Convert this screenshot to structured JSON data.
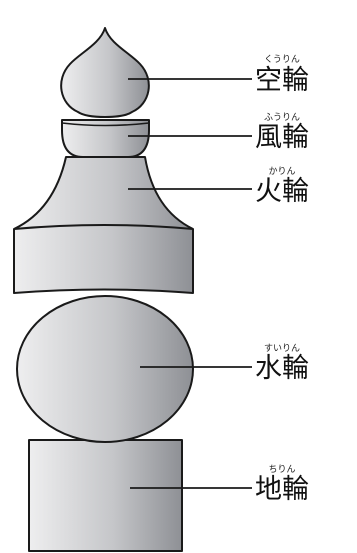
{
  "title": "",
  "colors": {
    "stone_light": "#eeeeef",
    "stone_mid": "#c5c6c9",
    "stone_dark": "#8e9095",
    "outline": "#1a1a1a",
    "text": "#111111"
  },
  "parts": [
    {
      "id": "kurin",
      "label": "空輪",
      "reading": "くうりん"
    },
    {
      "id": "fuurin",
      "label": "風輪",
      "reading": "ふうりん"
    },
    {
      "id": "karin",
      "label": "火輪",
      "reading": "かりん"
    },
    {
      "id": "suirin",
      "label": "水輪",
      "reading": "すいりん"
    },
    {
      "id": "chirin",
      "label": "地輪",
      "reading": "ちりん"
    }
  ]
}
